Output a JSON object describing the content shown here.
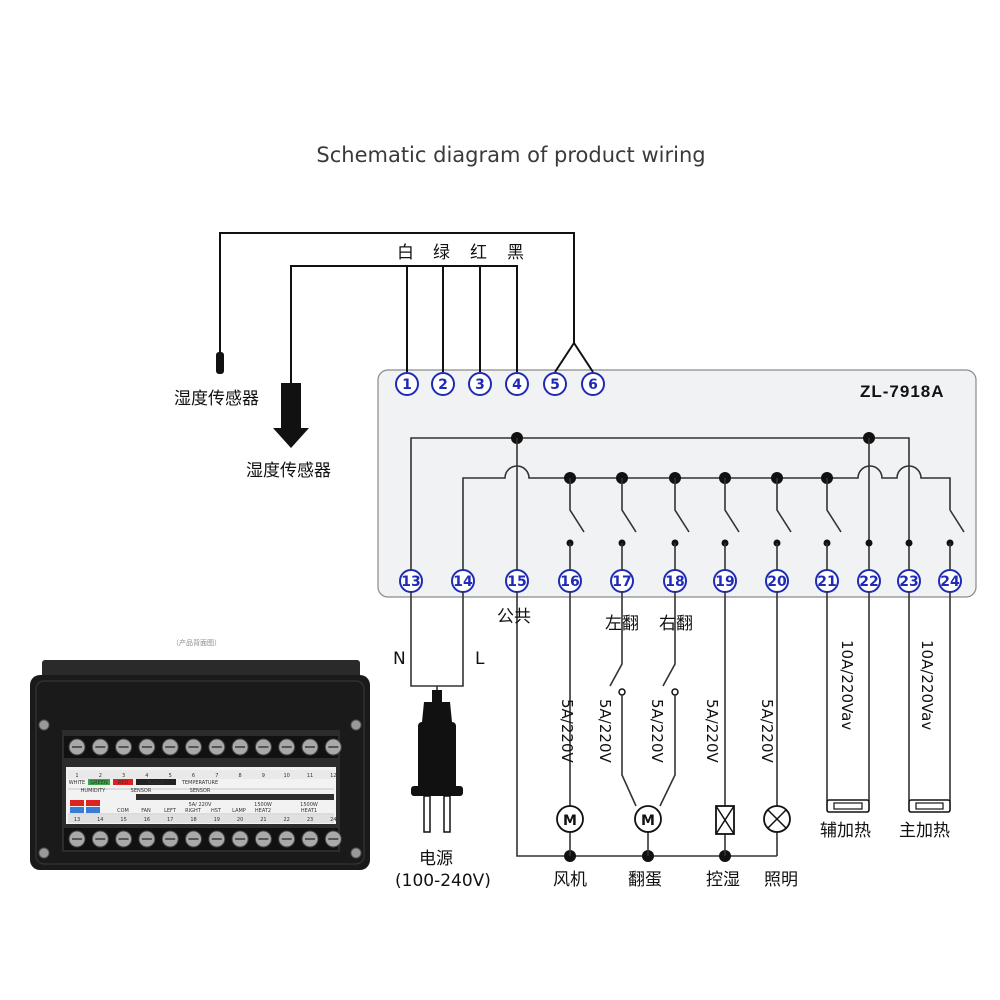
{
  "title": "Schematic diagram of product wiring",
  "model": "ZL-7918A",
  "wire_colors": {
    "white": "白",
    "green": "绿",
    "red": "红",
    "black": "黑"
  },
  "sensors": {
    "humidity_sensor_1": "湿度传感器",
    "humidity_sensor_2": "湿度传感器"
  },
  "top_terminals": [
    "1",
    "2",
    "3",
    "4",
    "5",
    "6"
  ],
  "bottom_terminals": [
    "13",
    "14",
    "15",
    "16",
    "17",
    "18",
    "19",
    "20",
    "21",
    "22",
    "23",
    "24"
  ],
  "labels": {
    "common": "公共",
    "turn_left": "左翻",
    "turn_right": "右翻",
    "neutral": "N",
    "live": "L",
    "power": "电源",
    "power_range": "(100-240V)",
    "fan": "风机",
    "egg_turn": "翻蛋",
    "humidity_ctrl": "控湿",
    "lighting": "照明",
    "aux_heat": "辅加热",
    "main_heat": "主加热",
    "rating_5a": "5A/220V",
    "rating_10a": "10A/220Vav",
    "motor_symbol": "M"
  },
  "product_photo": {
    "caption": "（产品背面图）",
    "strip_numbers_top": [
      "1",
      "2",
      "3",
      "4",
      "5",
      "6",
      "7",
      "8",
      "9",
      "10",
      "11",
      "12"
    ],
    "strip_numbers_bottom": [
      "13",
      "14",
      "15",
      "16",
      "17",
      "18",
      "19",
      "20",
      "21",
      "22",
      "23",
      "24"
    ],
    "strip_labels_top": [
      "WHITE",
      "GREEN",
      "RED",
      "BLACK",
      "TEMPERATURE"
    ],
    "strip_labels_mid": [
      "HUMIDITY",
      "SENSOR",
      "SENSOR"
    ],
    "strip_labels_row2": [
      "COM",
      "FAN",
      "LEFT",
      "RIGHT",
      "HST",
      "LAMP",
      "HEAT2",
      "HEAT1"
    ],
    "strip_ratings": [
      "5A/ 220V",
      "1500W",
      "1500W"
    ]
  },
  "colors": {
    "terminal_blue": "#1f2bb5",
    "panel": "#f1f2f4",
    "panel_border": "#8a8a8a",
    "device_body": "#1a1a1a"
  }
}
